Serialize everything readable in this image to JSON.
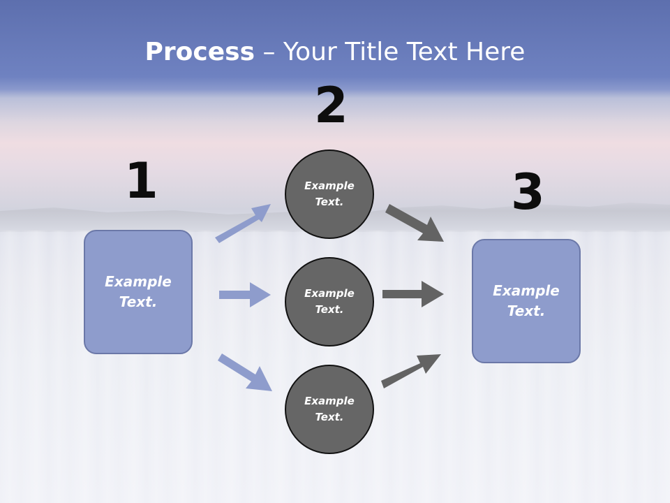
{
  "title": {
    "bold": "Process",
    "rest": " – Your Title Text Here"
  },
  "steps": {
    "one": {
      "number": "1",
      "text": "Example\nText."
    },
    "two": {
      "number": "2"
    },
    "three": {
      "number": "3",
      "text": "Example\nText."
    }
  },
  "circles": [
    {
      "text": "Example\nText."
    },
    {
      "text": "Example\nText."
    },
    {
      "text": "Example\nText."
    }
  ],
  "colors": {
    "box": "#8e9ccc",
    "circle": "#666666",
    "blue_arrow": "#8e9ccc",
    "gray_arrow": "#636363"
  }
}
